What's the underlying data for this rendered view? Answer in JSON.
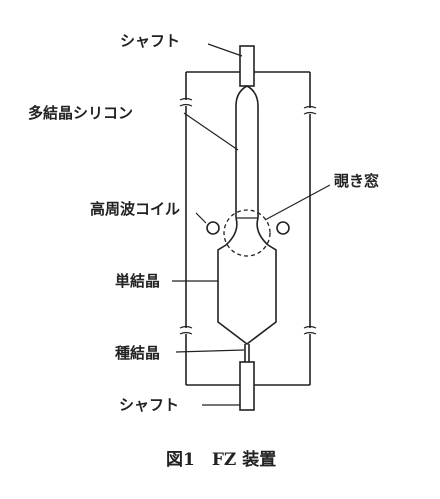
{
  "labels": {
    "shaft_top": "シャフト",
    "polysilicon": "多結晶シリコン",
    "rf_coil": "高周波コイル",
    "viewing_window": "覗き窓",
    "single_crystal": "単結晶",
    "seed_crystal": "種結晶",
    "shaft_bottom": "シャフト"
  },
  "caption": "図1　FZ 装置"
}
